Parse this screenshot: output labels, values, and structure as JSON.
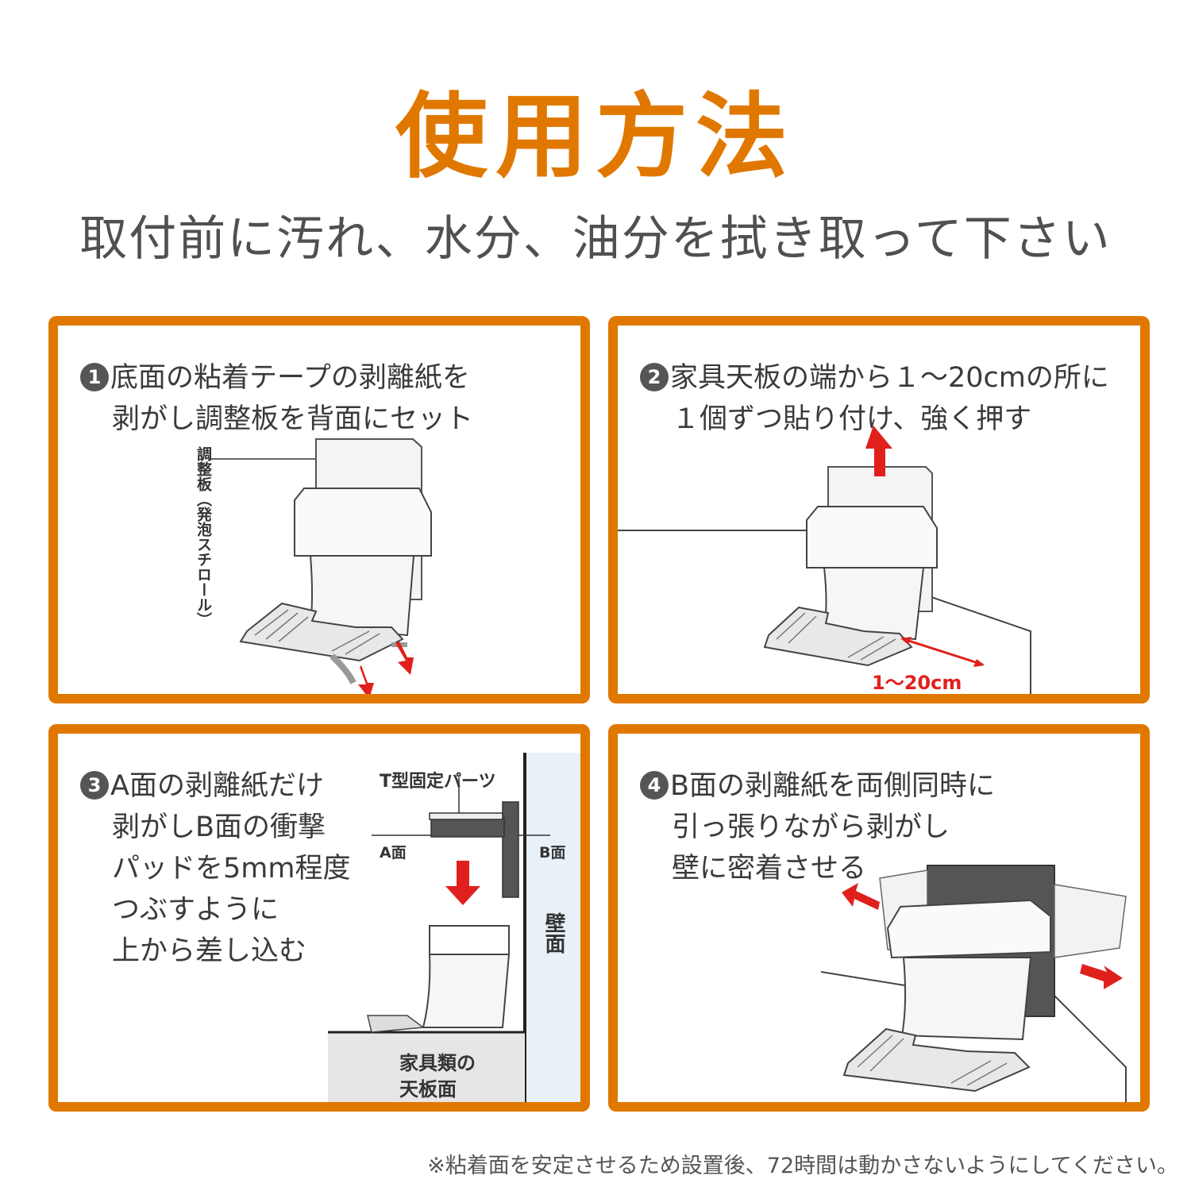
{
  "header": {
    "title": "使用方法",
    "subtitle": "取付前に汚れ、水分、油分を拭き取って下さい"
  },
  "steps": [
    {
      "num": "1",
      "lines": [
        "底面の粘着テープの剥離紙を",
        "剥がし調整板を背面にセット"
      ],
      "label_vertical": "調整板（発泡スチロール）"
    },
    {
      "num": "2",
      "lines": [
        "家具天板の端から１～20cmの所に",
        "１個ずつ貼り付け、強く押す"
      ],
      "dim_label": "1～20cm"
    },
    {
      "num": "3",
      "lines": [
        "A面の剥離紙だけ",
        "剥がしB面の衝撃",
        "パッドを5mm程度",
        "つぶすように",
        "上から差し込む"
      ],
      "part_label": "T型固定パーツ",
      "a_label": "A面",
      "b_label": "B面",
      "wall_label": "壁面",
      "furniture_label_1": "家具類の",
      "furniture_label_2": "天板面"
    },
    {
      "num": "4",
      "lines": [
        "B面の剥離紙を両側同時に",
        "引っ張りながら剥がし",
        "壁に密着させる"
      ]
    }
  ],
  "footnote": "※粘着面を安定させるため設置後、72時間は動かさないようにしてください。",
  "colors": {
    "accent": "#e07800",
    "arrow": "#e0201c"
  }
}
